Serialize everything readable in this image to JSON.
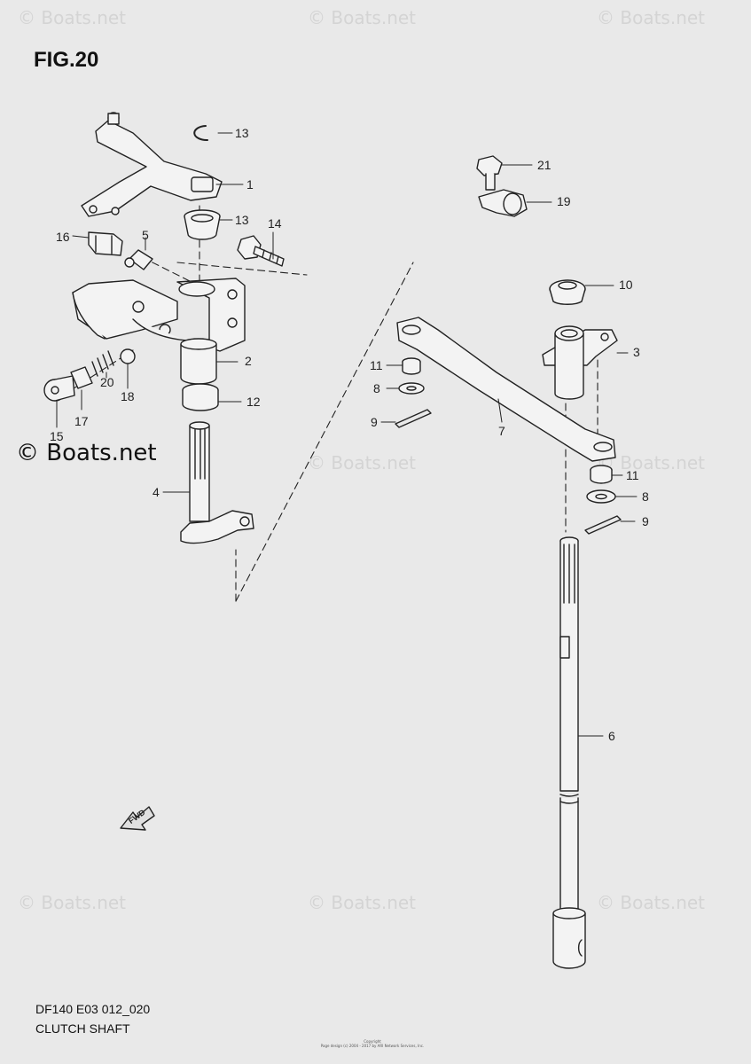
{
  "figure_title": "FIG.20",
  "watermark": "© Boats.net",
  "callouts": {
    "c1": "1",
    "c2": "2",
    "c3": "3",
    "c4": "4",
    "c5": "5",
    "c6": "6",
    "c7": "7",
    "c8a": "8",
    "c8b": "8",
    "c9a": "9",
    "c9b": "9",
    "c10": "10",
    "c11a": "11",
    "c11b": "11",
    "c12": "12",
    "c13a": "13",
    "c13b": "13",
    "c14": "14",
    "c15": "15",
    "c16": "16",
    "c17": "17",
    "c18": "18",
    "c19": "19",
    "c20": "20",
    "c21": "21"
  },
  "fwd_label": "FWD",
  "footer": {
    "model": "DF140 E03 012_020",
    "section": "CLUTCH SHAFT"
  },
  "copyright": {
    "line1": "Copyright",
    "line2": "Page design (c) 2004 - 2017 by ARI Network Services, Inc."
  },
  "colors": {
    "background": "#e9e9e9",
    "line": "#222222",
    "watermark": "#d4d4d4"
  }
}
